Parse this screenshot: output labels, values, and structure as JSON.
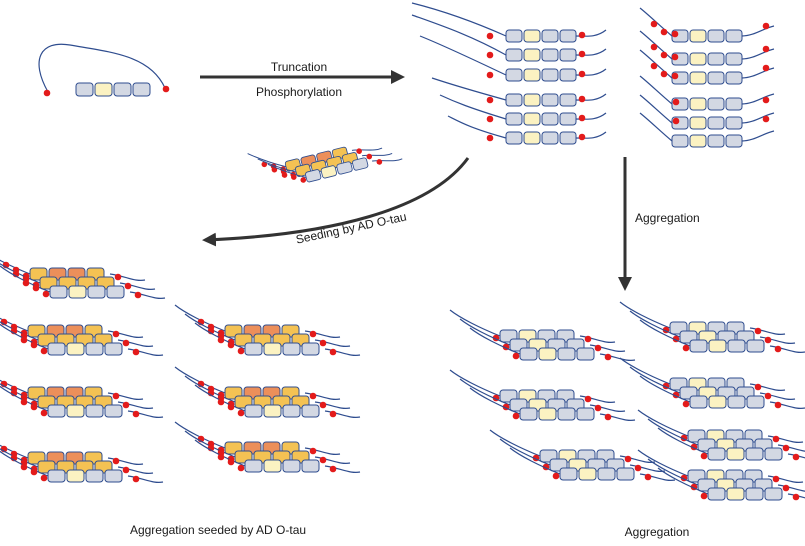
{
  "labels": {
    "truncation": "Truncation",
    "phosphorylation": "Phosphorylation",
    "seeding": "Seeding by AD O-tau",
    "aggregation_arrow": "Aggregation",
    "caption_left": "Aggregation seeded by AD O-tau",
    "caption_right": "Aggregation"
  },
  "colors": {
    "domain_fill": "#d3d8e3",
    "domain_highlight": "#fbf2c2",
    "seed_fill": "#f4c253",
    "seed_highlight": "#ec8f5a",
    "strand": "#2f4d8f",
    "phospho": "#e31b1b",
    "arrow": "#333333"
  },
  "icons": {
    "phospho_site": "red-dot",
    "tau_domain": "rounded-rectangle"
  }
}
